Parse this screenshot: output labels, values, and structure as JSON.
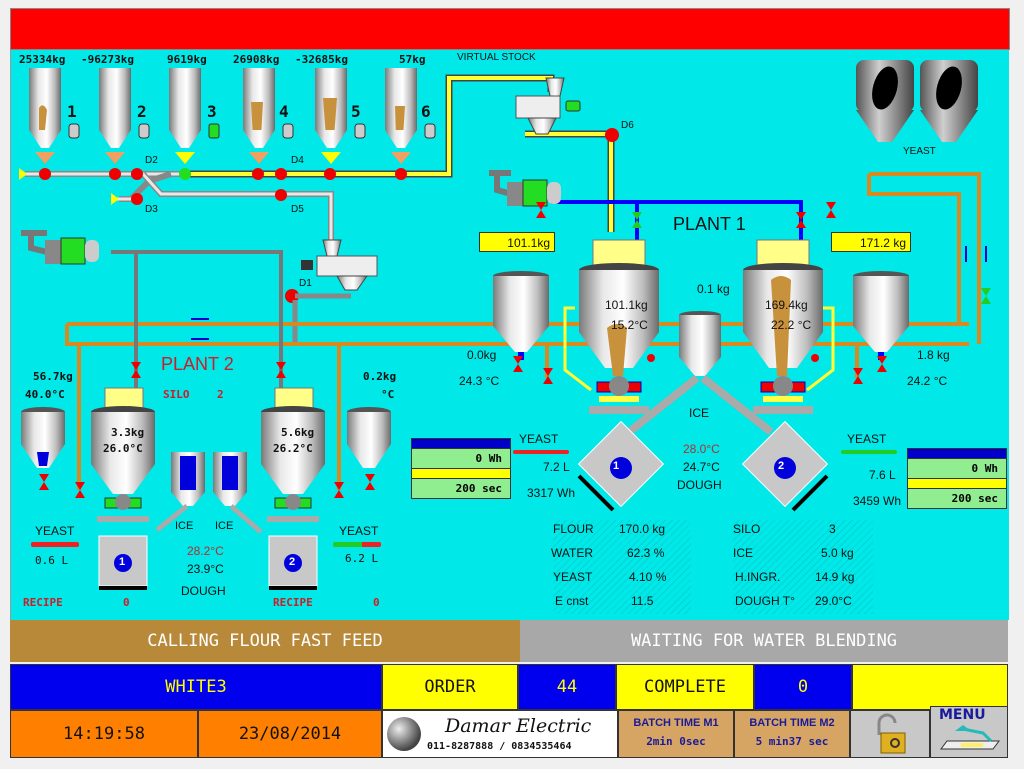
{
  "header": {
    "bar_color": "#ff0000"
  },
  "silos": [
    {
      "id": "1",
      "weight": "25334kg",
      "motor": "off"
    },
    {
      "id": "2",
      "weight": "-96273kg",
      "motor": "off"
    },
    {
      "id": "3",
      "weight": "9619kg",
      "motor": "on"
    },
    {
      "id": "4",
      "weight": "26908kg",
      "motor": "off"
    },
    {
      "id": "5",
      "weight": "-32685kg",
      "motor": "off"
    },
    {
      "id": "6",
      "weight": "57kg",
      "motor": "off"
    }
  ],
  "diverters": [
    "D1",
    "D2",
    "D3",
    "D4",
    "D5",
    "D6"
  ],
  "virtual_stock_label": "VIRTUAL STOCK",
  "yeast_tanks_label": "YEAST",
  "plant1": {
    "title": "PLANT 1",
    "left_tank_display": "101.1kg",
    "right_tank_display": "171.2 kg",
    "mixer1": {
      "weight": "101.1kg",
      "temp": "15.2°C"
    },
    "mixer2": {
      "weight": "169.4kg",
      "temp": "22.2 °C"
    },
    "water_left": {
      "weight": "0.0kg",
      "temp": "24.3 °C"
    },
    "water_right": {
      "weight": "1.8 kg",
      "temp": "24.2 °C"
    },
    "ice_hopper": {
      "weight": "0.1 kg",
      "label": "ICE"
    },
    "dough": {
      "set_temp": "28.0°C",
      "actual_temp": "24.7°C",
      "label": "DOUGH"
    },
    "yeast1": {
      "label": "YEAST",
      "value": "7.2 L",
      "energy": "3317 Wh"
    },
    "yeast2": {
      "label": "YEAST",
      "value": "7.6 L",
      "energy": "3459 Wh"
    },
    "mixer1_number": "1",
    "mixer2_number": "2",
    "meter1": {
      "energy": "0 Wh",
      "time": "200 sec"
    },
    "meter2": {
      "energy": "0 Wh",
      "time": "200 sec"
    },
    "recipe_left": [
      {
        "label": "FLOUR",
        "value": "170.0 kg"
      },
      {
        "label": "WATER",
        "value": "62.3 %"
      },
      {
        "label": "YEAST",
        "value": "4.10 %"
      },
      {
        "label": "E cnst",
        "value": "11.5"
      }
    ],
    "recipe_right": [
      {
        "label": "SILO",
        "value": "3"
      },
      {
        "label": "ICE",
        "value": "5.0 kg"
      },
      {
        "label": "H.INGR.",
        "value": "14.9 kg"
      },
      {
        "label": "DOUGH T°",
        "value": "29.0°C"
      }
    ]
  },
  "plant2": {
    "title": "PLANT 2",
    "silo_label": "SILO",
    "silo_value": "2",
    "water_left": {
      "weight": "56.7kg",
      "temp": "40.0°C"
    },
    "water_right": {
      "weight": "0.2kg",
      "temp": "°C"
    },
    "mixer1": {
      "weight": "3.3kg",
      "temp": "26.0°C"
    },
    "mixer2": {
      "weight": "5.6kg",
      "temp": "26.2°C"
    },
    "ice_labels": [
      "ICE",
      "ICE"
    ],
    "dough": {
      "set_temp": "28.2°C",
      "actual_temp": "23.9°C",
      "label": "DOUGH"
    },
    "yeast1": {
      "label": "YEAST",
      "value": "0.6 L"
    },
    "yeast2": {
      "label": "YEAST",
      "value": "6.2 L"
    },
    "mixer1_number": "1",
    "mixer2_number": "2",
    "recipe1": {
      "label": "RECIPE",
      "value": "0"
    },
    "recipe2": {
      "label": "RECIPE",
      "value": "0"
    }
  },
  "status": {
    "left_message": "CALLING FLOUR FAST FEED",
    "right_message": "WAITING FOR WATER BLENDING"
  },
  "order_row": {
    "recipe_name": "WHITE3",
    "order_label": "ORDER",
    "order_value": "44",
    "complete_label": "COMPLETE",
    "complete_value": "0",
    "extra": ""
  },
  "footer": {
    "time": "14:19:58",
    "date": "23/08/2014",
    "brand": "Damar Electric",
    "phone": "011-8287888 / 0834535464",
    "batch_m1_label": "BATCH TIME M1",
    "batch_m1_value": "2min  0sec",
    "batch_m2_label": "BATCH TIME M2",
    "batch_m2_value": "5 min37 sec",
    "menu_label": "MENU"
  },
  "colors": {
    "canvas": "#00e8e8",
    "flour_line": "#ffff33",
    "water_line": "#0000ff",
    "hot_water_line": "#d88a20",
    "valve_red": "#e00000",
    "valve_green": "#22cc22"
  }
}
